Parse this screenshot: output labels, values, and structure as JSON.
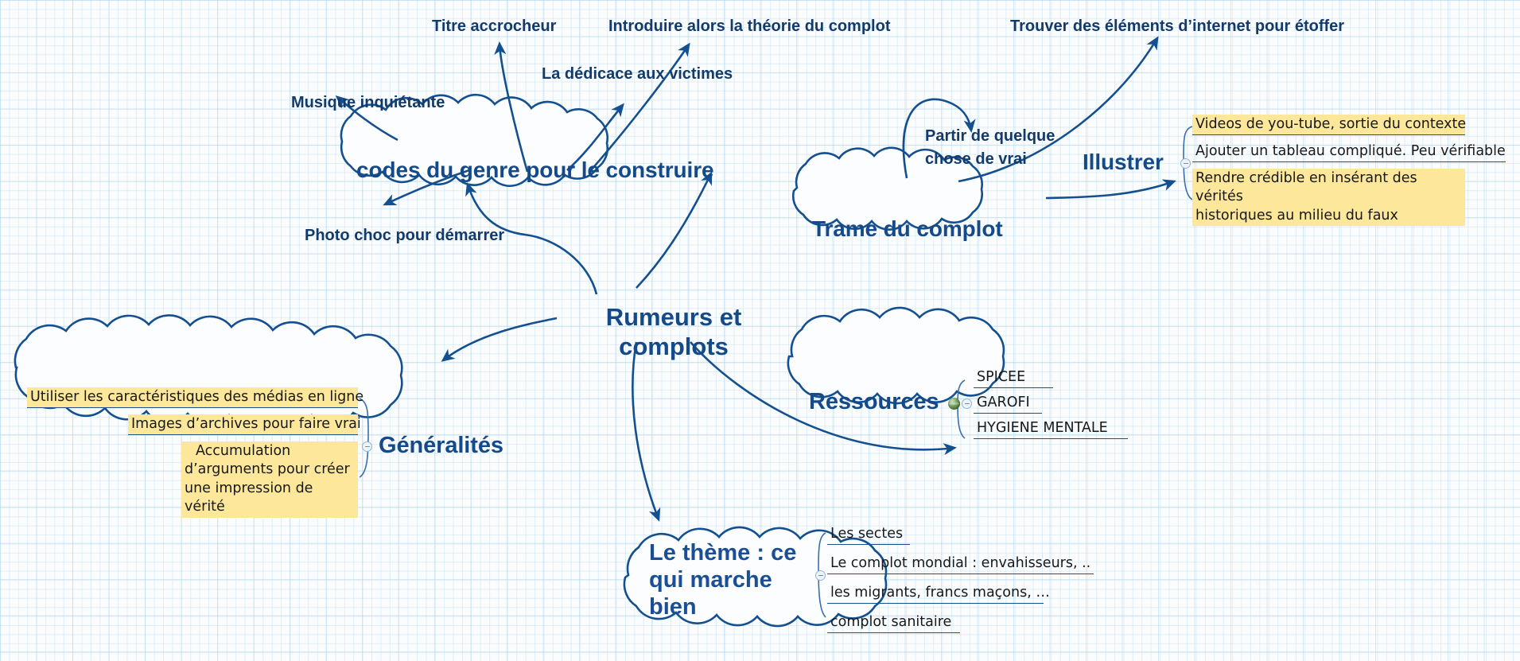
{
  "colors": {
    "ink": "#154a8a",
    "ink_dark": "#123a6b",
    "cloud_stroke": "#14508f",
    "highlight": "#fce79a",
    "grid_minor": "#c7e4f3",
    "grid_major": "#abd2e8",
    "paper": "#fbfcfd",
    "note_text": "#17181a"
  },
  "root": {
    "label_line1": "Rumeurs et",
    "label_line2": "complots"
  },
  "branches": {
    "codes": {
      "title": "codes du genre pour le construire",
      "leaves": [
        {
          "label": "Titre accrocheur"
        },
        {
          "label": "Introduire alors la théorie du complot"
        },
        {
          "label": "La dédicace aux victimes"
        },
        {
          "label": "Musique inquiétante"
        },
        {
          "label": "Photo choc pour démarrer"
        }
      ]
    },
    "trame": {
      "title": "Trame du complot",
      "leaves": [
        {
          "label": "Trouver des éléments d’internet pour étoffer"
        },
        {
          "label_line1": "Partir de quelque",
          "label_line2": "chose de vrai"
        }
      ]
    },
    "illustrer": {
      "title": "Illustrer",
      "notes": [
        {
          "text": "Videos de you-tube, sortie du contexte",
          "highlight": true
        },
        {
          "text": "Ajouter un tableau compliqué. Peu vérifiable",
          "highlight": false
        },
        {
          "text_line1": "Rendre crédible en insérant des vérités",
          "text_line2": "historiques au milieu du faux",
          "highlight": true
        }
      ]
    },
    "generalites": {
      "title": "Généralités",
      "notes": [
        {
          "text": "Utiliser les caractéristiques des médias en ligne",
          "highlight": true
        },
        {
          "text": "Images d’archives pour faire vrai",
          "highlight": true
        },
        {
          "text_line1": "Accumulation",
          "text_line2": "d’arguments pour créer",
          "text_line3": "une impression de vérité",
          "highlight": true
        }
      ]
    },
    "ressources": {
      "title": "Ressources",
      "icon": "globe-icon",
      "notes": [
        {
          "text": "SPICEE"
        },
        {
          "text": "GAROFI"
        },
        {
          "text": "HYGIENE MENTALE"
        }
      ]
    },
    "theme": {
      "title_line1": "Le thème : ce",
      "title_line2": " qui marche",
      "title_line3": "bien",
      "notes": [
        {
          "text": "Les sectes"
        },
        {
          "text": "Le complot mondial : envahisseurs, .."
        },
        {
          "text": "les migrants, francs maçons, …"
        },
        {
          "text": "complot sanitaire"
        }
      ]
    }
  }
}
